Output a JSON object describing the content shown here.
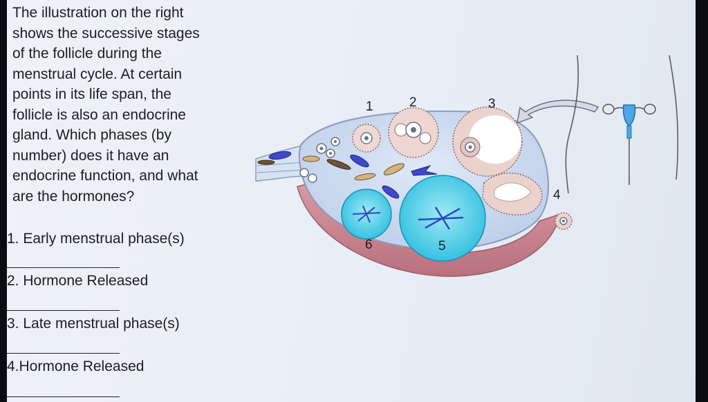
{
  "question": {
    "lines": [
      "The illustration on the right",
      "shows the successive stages",
      "of the follicle during the",
      "menstrual cycle. At certain",
      "points in its life span, the",
      "follicle is also an endocrine",
      "gland.  Which phases (by",
      "number) does it have an",
      "endocrine function, and what",
      "are the hormones?"
    ]
  },
  "items": [
    "1. Early menstrual phase(s)",
    "2. Hormone Released",
    "3. Late menstrual phase(s)",
    "4.Hormone Released"
  ],
  "diagram": {
    "labels": [
      "1",
      "2",
      "3",
      "4",
      "5",
      "6"
    ]
  }
}
